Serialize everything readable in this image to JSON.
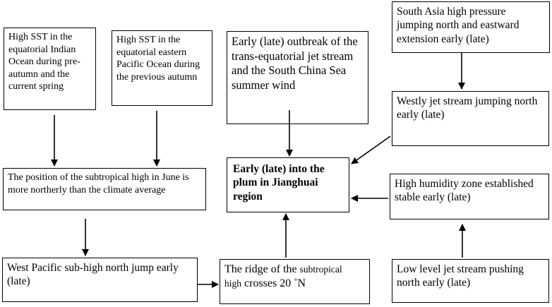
{
  "nodes": {
    "indian_ocean_sst": "High SST in the equatorial Indian Ocean during pre-autumn and the current spring",
    "pacific_sst": "High SST in the equatorial eastern Pacific Ocean during the previous autumn",
    "jet_outbreak": "Early (late) outbreak of the trans-equatorial jet stream and the South China Sea summer wind",
    "south_asia_high": "South Asia high pressure jumping north and eastward extension early (late)",
    "westly_jet": "Westly jet stream jumping north early (late)",
    "subtropical_position": "The position of the subtropical high in June is more northerly than the climate average",
    "plum_rain": "Early (late) into the plum in Jianghuai region",
    "humidity_zone": "High humidity zone established stable early (late)",
    "west_pacific_jump": "West Pacific sub-high north jump early (late)",
    "ridge_line1": "The ridge of the",
    "ridge_line1_small": "subtropical",
    "ridge_line2_small": "high",
    "ridge_line2": "crosses 20 ˚N",
    "low_level_jet": "Low level jet stream pushing north early (late)"
  }
}
